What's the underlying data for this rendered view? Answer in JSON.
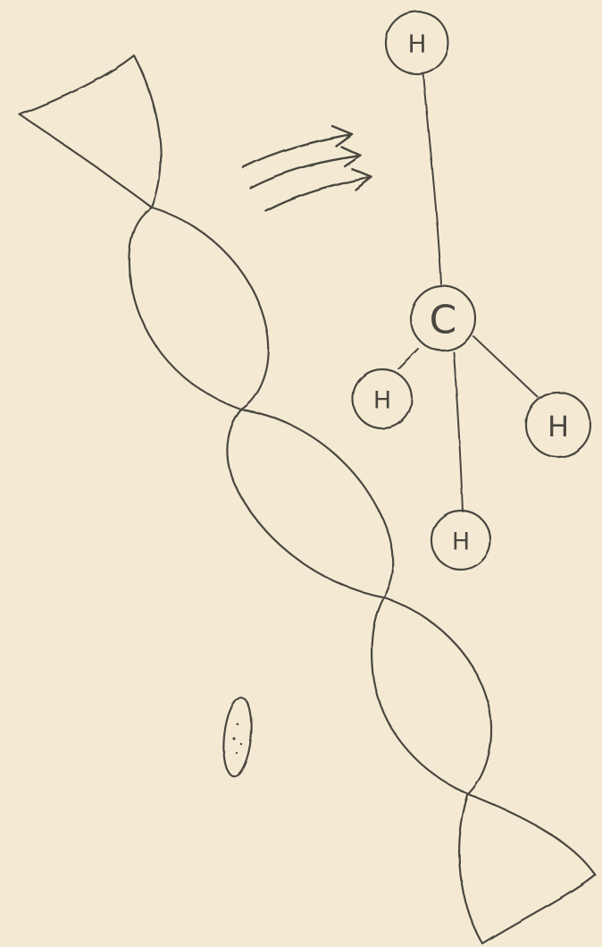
{
  "colors": {
    "paper": "#f6ecd6",
    "ink": "#4a4740",
    "hatch": "#6b675e"
  },
  "molecule": {
    "center": {
      "symbol": "C"
    },
    "hydrogens": [
      {
        "symbol": "H"
      },
      {
        "symbol": "H"
      },
      {
        "symbol": "H"
      },
      {
        "symbol": "H"
      }
    ]
  },
  "icons": [
    "dna-helix-icon",
    "motion-arrows-icon",
    "methane-molecule-icon",
    "small-seed-icon"
  ]
}
